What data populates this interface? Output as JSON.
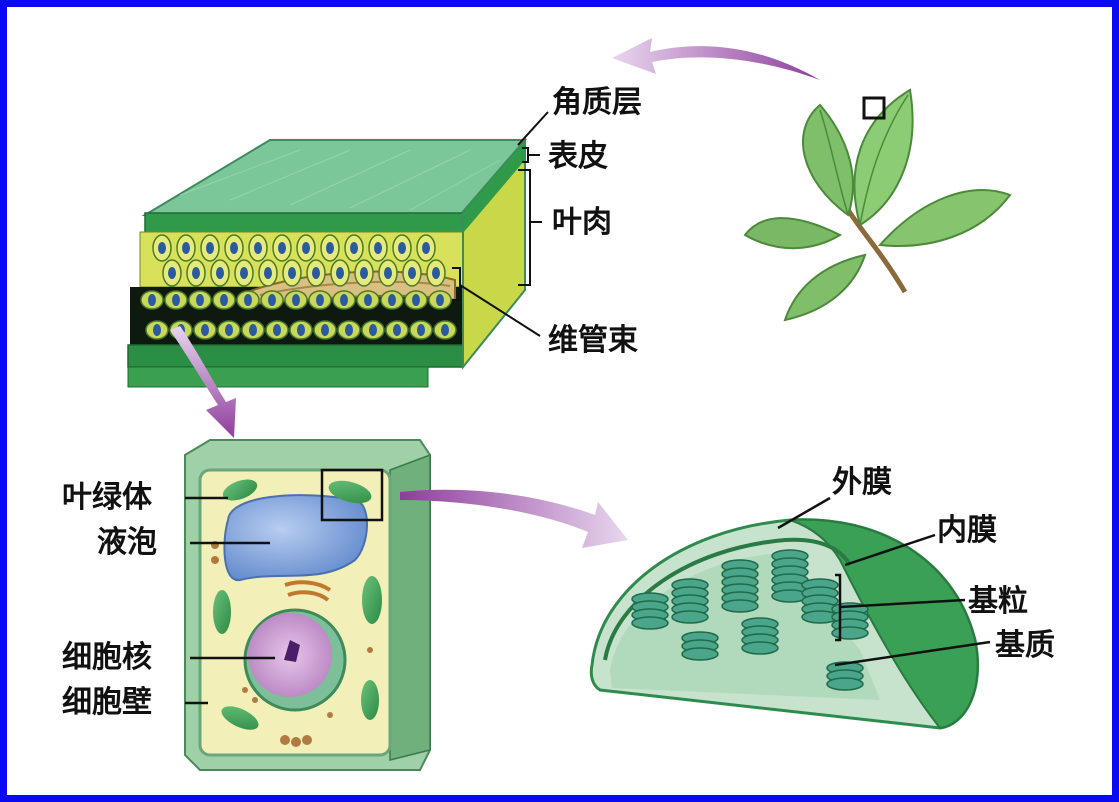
{
  "labels": {
    "leaf_section": {
      "cuticle": "角质层",
      "epidermis": "表皮",
      "mesophyll": "叶肉",
      "vascular_bundle": "维管束"
    },
    "plant_cell": {
      "chloroplast": "叶绿体",
      "vacuole": "液泡",
      "nucleus": "细胞核",
      "cell_wall": "细胞壁"
    },
    "chloroplast": {
      "outer_membrane": "外膜",
      "inner_membrane": "内膜",
      "grana": "基粒",
      "stroma": "基质"
    }
  },
  "colors": {
    "border": "#0a0af0",
    "arrow": "#9c4aa8",
    "leaf_green": "#3a9e4a",
    "mesophyll_yellow": "#d8e05a",
    "cell_wall": "#8fc79a",
    "vacuole": "#7fa6dc",
    "nucleus": "#c99ad0",
    "thylakoid": "#4aa58a"
  }
}
